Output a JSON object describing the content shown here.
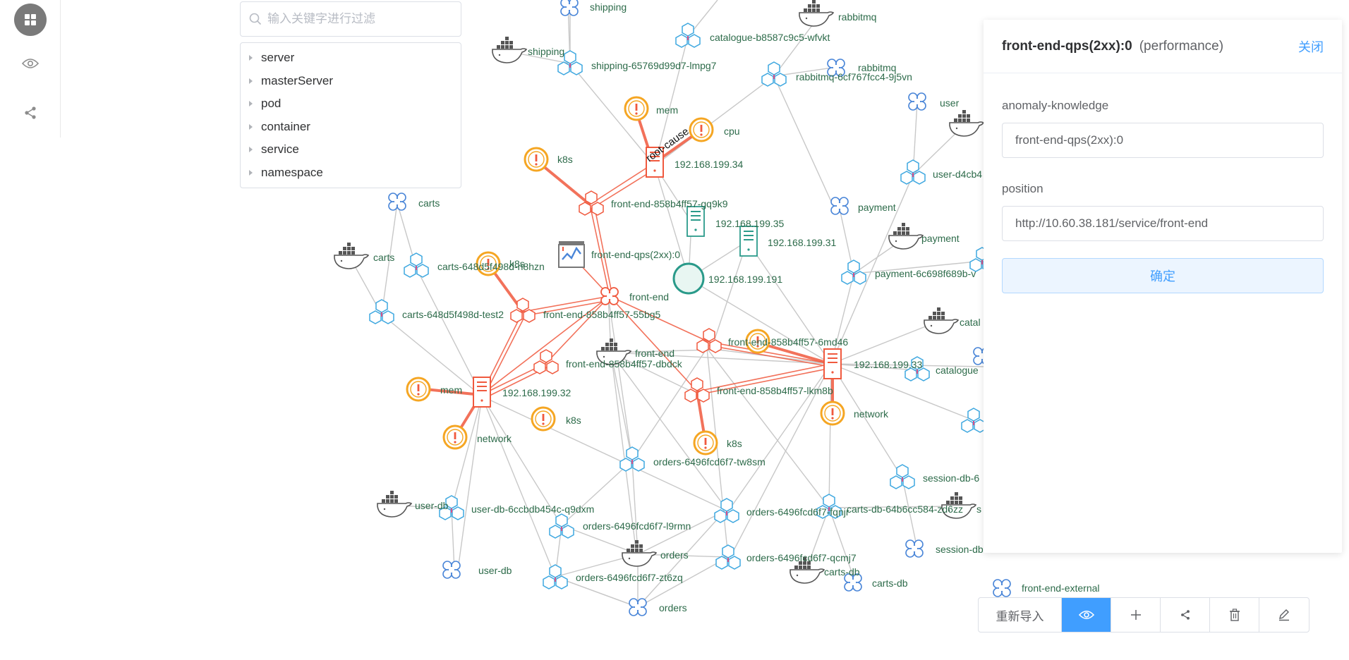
{
  "filter": {
    "placeholder": "输入关键字进行过滤",
    "tree": [
      "server",
      "masterServer",
      "pod",
      "container",
      "service",
      "namespace"
    ]
  },
  "rail": {
    "icons": [
      "grid-icon",
      "eye-icon",
      "share-icon"
    ]
  },
  "panel": {
    "title": "front-end-qps(2xx):0",
    "subtitle": "(performance)",
    "close_label": "关闭",
    "knowledge_label": "anomaly-knowledge",
    "knowledge_value": "front-end-qps(2xx):0",
    "position_label": "position",
    "position_value": "http://10.60.38.181/service/front-end",
    "confirm_label": "确定"
  },
  "toolbar": {
    "reimport_label": "重新导入",
    "buttons": [
      "eye-icon",
      "plus-icon",
      "share-icon",
      "trash-icon",
      "edit-icon"
    ]
  },
  "colors": {
    "primary": "#409eff",
    "anomaly": "#f0593e",
    "warning": "#f5a623",
    "service": "#4a86d8",
    "pod": "#3fa8e0",
    "server": "#2a9a8a",
    "label": "#2d6b4a"
  },
  "graph": {
    "labels": {
      "shipping_svc": "shipping",
      "shipping_ctr": "shipping",
      "shipping_pod": "shipping-65769d99d7-lmpg7",
      "catalogue_pod1": "catalogue-b8587c9c5-wfvkt",
      "rabbitmq_ctr": "rabbitmq",
      "rabbitmq_svc": "rabbitmq",
      "rabbitmq_pod": "rabbitmq-6cf767fcc4-9j5vn",
      "user_svc": "user",
      "user_pod": "user-d4cb4",
      "mem1": "mem",
      "cpu": "cpu",
      "root_cause": "root-cause",
      "ip34": "192.168.199.34",
      "k8s1": "k8s",
      "fe_gq9k9": "front-end-858b4ff57-gq9k9",
      "ip35": "192.168.199.35",
      "ip31": "192.168.199.31",
      "payment_svc": "payment",
      "payment_ctr": "payment",
      "payment_pod": "payment-6c698f689b-v",
      "carts_svc": "carts",
      "carts_ctr": "carts",
      "carts_pod_n8hzn": "carts-648d5f498d-n8hzn",
      "k8s2": "k8s",
      "perf": "front-end-qps(2xx):0",
      "ip191": "192.168.199.191",
      "frontend_svc": "front-end",
      "carts_pod_test2": "carts-648d5f498d-test2",
      "fe_55bg5": "front-end-858b4ff57-55bg5",
      "fe_6md46": "front-end-858b4ff57-6md46",
      "ip33": "192.168.199.33",
      "catal_ctr": "catal",
      "catalogue_svc": "catalogue",
      "frontend_ctr": "front-end",
      "fe_dbdck": "front-end-858b4ff57-dbdck",
      "mem2": "mem",
      "ip32": "192.168.199.32",
      "fe_lkm8b": "front-end-858b4ff57-lkm8b",
      "k8s3": "k8s",
      "network1": "network",
      "network2": "network",
      "k8s4": "k8s",
      "orders_tw8sm": "orders-6496fcd6f7-tw8sm",
      "sessiondb_pod": "session-db-6",
      "userdb_ctr": "user-db",
      "userdb_pod": "user-db-6ccbdb454c-q9dxm",
      "orders_l9rmn": "orders-6496fcd6f7-l9rmn",
      "orders_fqnjr": "orders-6496fcd6f7-fqnjr",
      "cartsdb_pod": "carts-db-64b6cc584-zd6zz",
      "s": "s",
      "userdb_svc": "user-db",
      "orders_ctr": "orders",
      "orders_qcmj7": "orders-6496fcd6f7-qcmj7",
      "sessiondb_svc": "session-db",
      "orders_zt6zq": "orders-6496fcd6f7-zt6zq",
      "cartsdb_ctr": "carts-db",
      "cartsdb_svc": "carts-db",
      "fe_external": "front-end-external",
      "orders_svc": "orders"
    }
  }
}
